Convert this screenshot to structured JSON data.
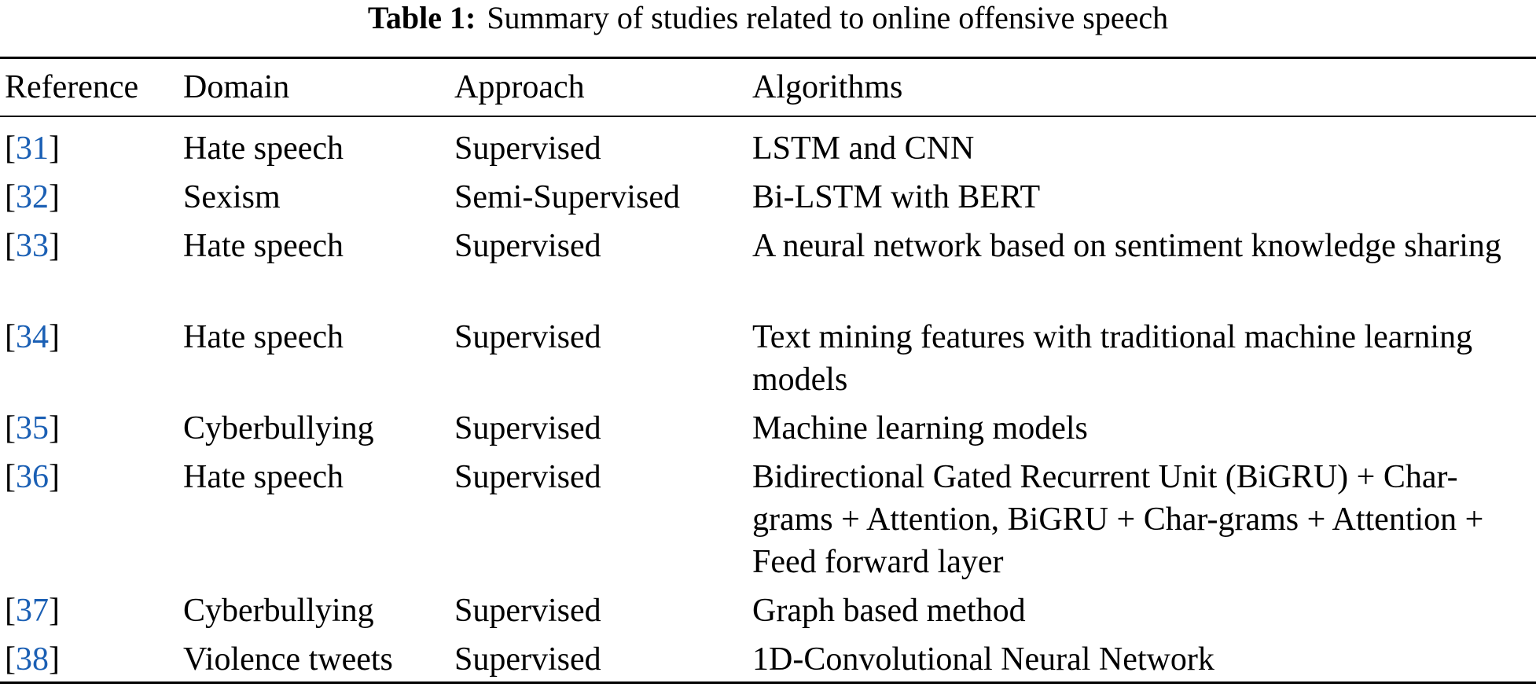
{
  "table": {
    "caption_label": "Table 1:",
    "caption_text": "Summary of studies related to online offensive speech",
    "columns": [
      "Reference",
      "Domain",
      "Approach",
      "Algorithms"
    ],
    "rows": [
      {
        "ref_open": "[",
        "ref": "31",
        "ref_close": "]",
        "domain": "Hate speech",
        "approach": "Supervised",
        "algorithms": "LSTM and CNN"
      },
      {
        "ref_open": "[",
        "ref": "32",
        "ref_close": "]",
        "domain": "Sexism",
        "approach": "Semi-Supervised",
        "algorithms": "Bi-LSTM with BERT"
      },
      {
        "ref_open": "[",
        "ref": "33",
        "ref_close": "]",
        "domain": "Hate speech",
        "approach": "Supervised",
        "algorithms": "A neural network based on sentiment knowledge sharing"
      },
      {
        "ref_open": "[",
        "ref": "34",
        "ref_close": "]",
        "domain": "Hate speech",
        "approach": "Supervised",
        "algorithms": "Text mining features with traditional machine learning models"
      },
      {
        "ref_open": "[",
        "ref": "35",
        "ref_close": "]",
        "domain": "Cyberbullying",
        "approach": "Supervised",
        "algorithms": "Machine learning models"
      },
      {
        "ref_open": "[",
        "ref": "36",
        "ref_close": "]",
        "domain": "Hate speech",
        "approach": "Supervised",
        "algorithms": "Bidirectional Gated Recurrent Unit (BiGRU) + Char-grams + Attention, BiGRU + Char-grams + Attention + Feed forward layer"
      },
      {
        "ref_open": "[",
        "ref": "37",
        "ref_close": "]",
        "domain": "Cyberbullying",
        "approach": "Supervised",
        "algorithms": "Graph based method"
      },
      {
        "ref_open": "[",
        "ref": "38",
        "ref_close": "]",
        "domain": "Violence tweets",
        "approach": "Supervised",
        "algorithms": "1D-Convolutional Neural Network"
      }
    ]
  },
  "colors": {
    "reference_link": "#1a5fb4",
    "text": "#000000"
  }
}
